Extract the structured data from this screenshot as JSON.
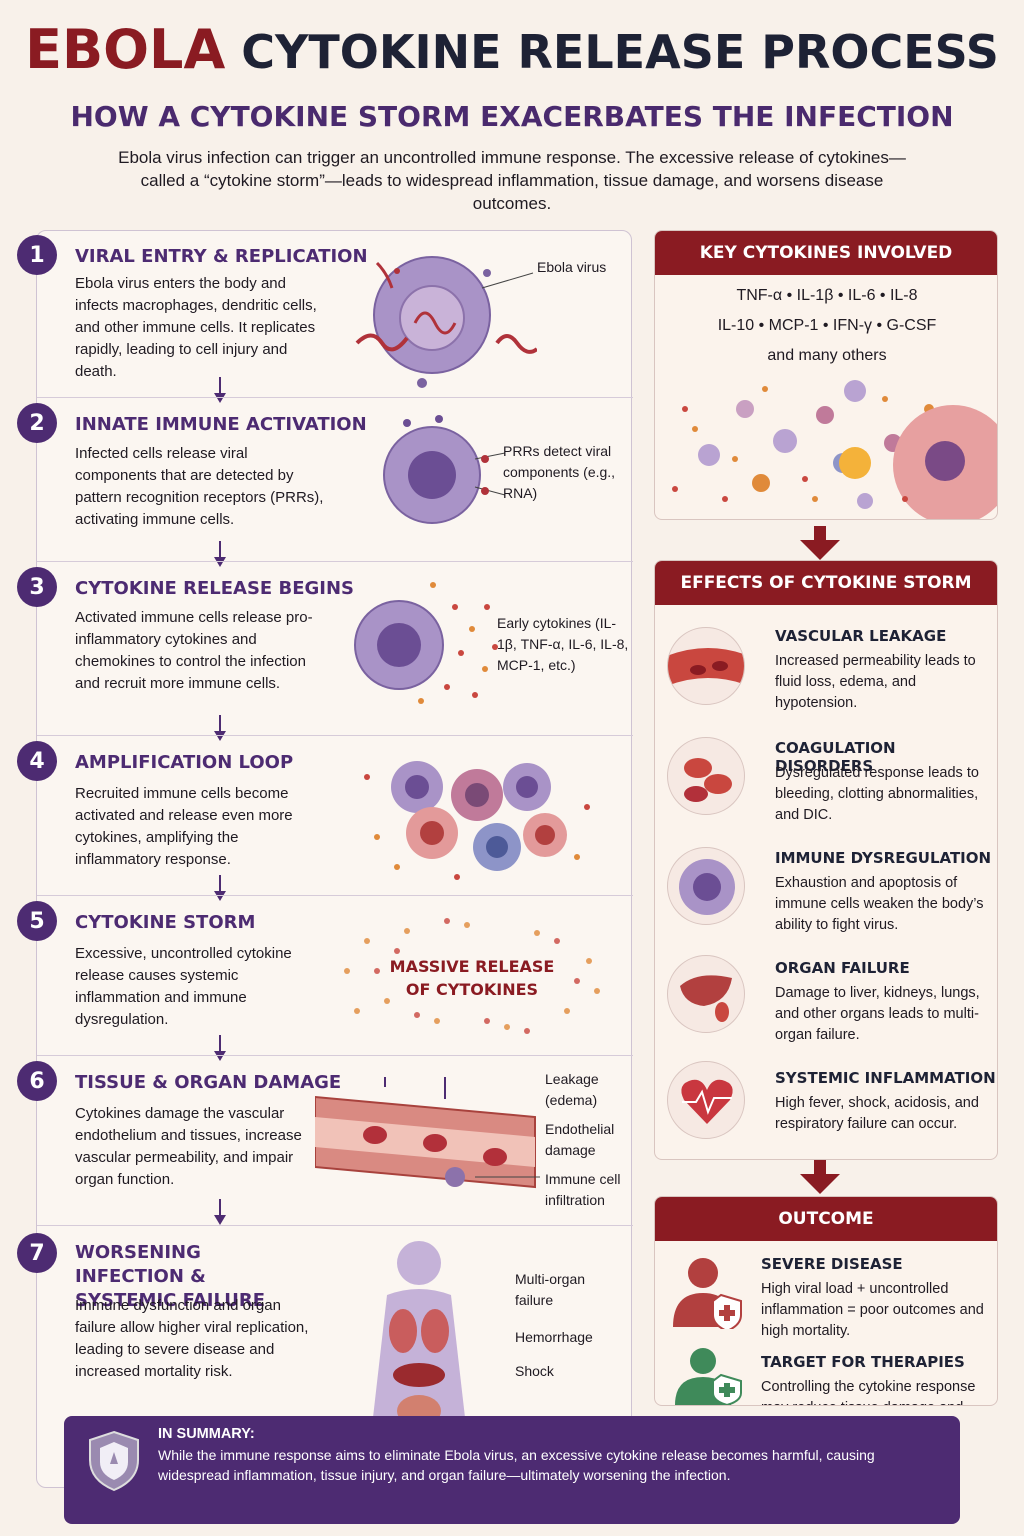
{
  "header": {
    "title_word1": "EBOLA",
    "title_word2": "CYTOKINE RELEASE PROCESS",
    "subtitle": "HOW A CYTOKINE STORM EXACERBATES THE INFECTION",
    "intro": "Ebola virus infection can trigger an uncontrolled immune response. The excessive release of cytokines—called a “cytokine storm”—leads to widespread inflammation, tissue damage, and worsens disease outcomes."
  },
  "steps": [
    {
      "number": "1",
      "title": "VIRAL ENTRY & REPLICATION",
      "text": "Ebola virus enters the body and infects macrophages, dendritic cells, and other immune cells. It replicates rapidly, leading to cell injury and death.",
      "labels": [
        "Ebola virus"
      ]
    },
    {
      "number": "2",
      "title": "INNATE IMMUNE ACTIVATION",
      "text": "Infected cells release viral components that are detected by pattern recognition receptors (PRRs), activating immune cells.",
      "labels": [
        "PRRs detect viral components (e.g., RNA)"
      ]
    },
    {
      "number": "3",
      "title": "CYTOKINE RELEASE BEGINS",
      "text": "Activated immune cells release pro-inflammatory cytokines and chemokines to control the infection and recruit more immune cells.",
      "labels": [
        "Early cytokines (IL-1β, TNF-α, IL-6, IL-8, MCP-1, etc.)"
      ]
    },
    {
      "number": "4",
      "title": "AMPLIFICATION LOOP",
      "text": "Recruited immune cells become activated and release even more cytokines, amplifying the inflammatory response.",
      "labels": []
    },
    {
      "number": "5",
      "title": "CYTOKINE STORM",
      "text": "Excessive, uncontrolled cytokine release causes systemic inflammation and immune dysregulation.",
      "labels": [
        "MASSIVE RELEASE OF CYTOKINES"
      ]
    },
    {
      "number": "6",
      "title": "TISSUE & ORGAN DAMAGE",
      "text": "Cytokines damage the vascular endothelium and tissues, increase vascular permeability, and impair organ function.",
      "labels": [
        "Leakage (edema)",
        "Endothelial damage",
        "Immune cell infiltration"
      ]
    },
    {
      "number": "7",
      "title": "WORSENING INFECTION & SYSTEMIC FAILURE",
      "text": "Immune dysfunction and organ failure allow higher viral replication, leading to severe disease and increased mortality risk.",
      "labels": [
        "Multi-organ failure",
        "Hemorrhage",
        "Shock"
      ]
    }
  ],
  "key_cytokines": {
    "heading": "KEY CYTOKINES INVOLVED",
    "line1": "TNF-α  •  IL-1β  •  IL-6  •  IL-8",
    "line2": "IL-10  •  MCP-1  •  IFN-γ  •  G-CSF",
    "line3": "and many others"
  },
  "effects": {
    "heading": "EFFECTS OF CYTOKINE STORM",
    "items": [
      {
        "title": "VASCULAR LEAKAGE",
        "text": "Increased permeability leads to fluid loss, edema, and hypotension.",
        "icon": "blood-vessel-icon"
      },
      {
        "title": "COAGULATION DISORDERS",
        "text": "Dysregulated response leads to bleeding, clotting abnormalities, and DIC.",
        "icon": "red-blood-cells-icon"
      },
      {
        "title": "IMMUNE DYSREGULATION",
        "text": "Exhaustion and apoptosis of immune cells weaken the body’s ability to fight virus.",
        "icon": "immune-cell-icon"
      },
      {
        "title": "ORGAN FAILURE",
        "text": "Damage to liver, kidneys, lungs, and other organs leads to multi-organ failure.",
        "icon": "liver-kidney-icon"
      },
      {
        "title": "SYSTEMIC INFLAMMATION",
        "text": "High fever, shock, acidosis, and respiratory failure can occur.",
        "icon": "heart-pulse-icon"
      }
    ]
  },
  "outcome": {
    "heading": "OUTCOME",
    "items": [
      {
        "title": "SEVERE DISEASE",
        "text": "High viral load + uncontrolled inflammation = poor outcomes and high mortality.",
        "icon": "person-red-shield-icon",
        "color": "#b2403f"
      },
      {
        "title": "TARGET FOR THERAPIES",
        "text": "Controlling the cytokine response may reduce tissue damage and improve survival.",
        "icon": "person-green-shield-icon",
        "color": "#3f8a5a"
      }
    ]
  },
  "summary": {
    "heading": "IN SUMMARY:",
    "text": "While the immune response aims to eliminate Ebola virus, an excessive cytokine release becomes harmful, causing widespread inflammation, tissue injury, and organ failure—ultimately worsening the infection."
  },
  "colors": {
    "accent_red": "#8a1b22",
    "accent_purple": "#4d2b72",
    "background": "#f8f1ea"
  }
}
